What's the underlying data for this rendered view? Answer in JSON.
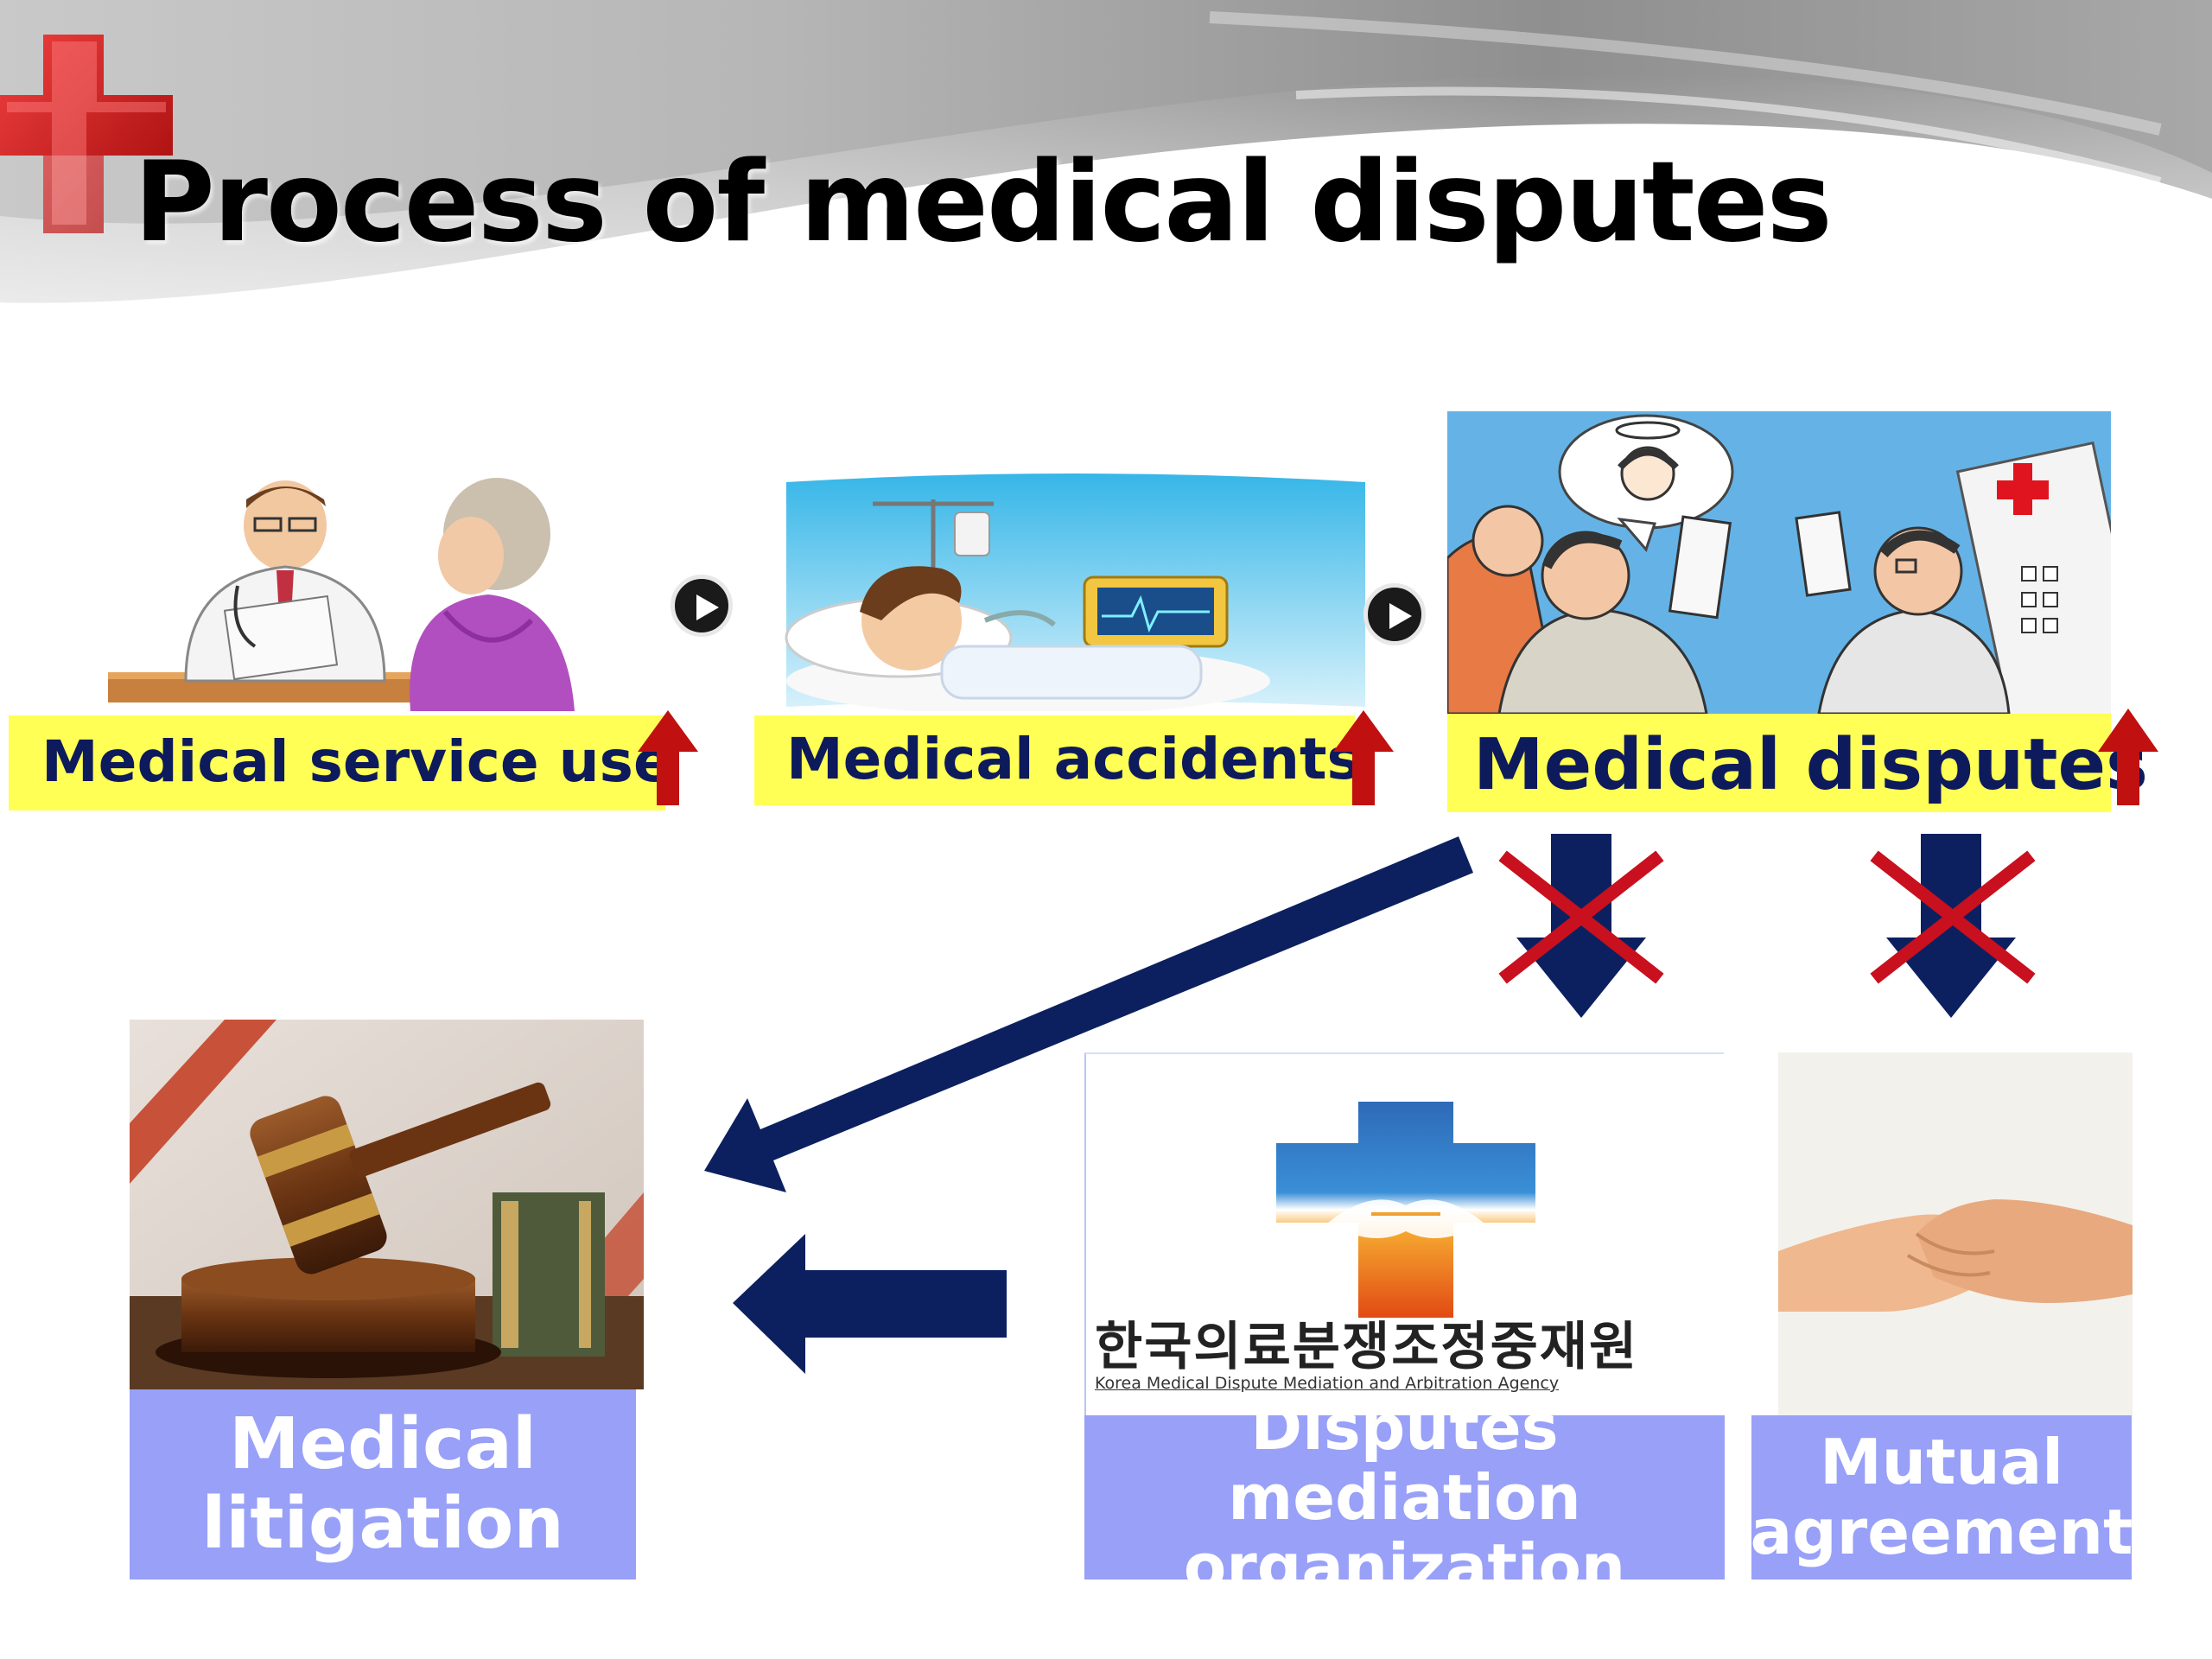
{
  "slide": {
    "title": "Process of medical disputes"
  },
  "stages": [
    {
      "label": "Medical service use"
    },
    {
      "label": "Medical accidents"
    },
    {
      "label": "Medical disputes"
    }
  ],
  "outcomes": {
    "litigation": {
      "line1": "Medical",
      "line2": "litigation"
    },
    "mediation": {
      "line1": "Disputes mediation",
      "line2": "organization"
    },
    "agreement": {
      "line1": "Mutual",
      "line2": "agreement"
    }
  },
  "agency_logo": {
    "korean_name": "한국의료분쟁조정중재원",
    "english_name": "Korea Medical Dispute Mediation and Arbitration Agency"
  },
  "colors": {
    "highlight_yellow": "#ffff55",
    "label_navy": "#0d1a5c",
    "arrow_navy": "#0c2060",
    "label_box_blue": "#98a0f8",
    "up_arrow_red": "#c01010",
    "cross_red": "#c8101e"
  }
}
